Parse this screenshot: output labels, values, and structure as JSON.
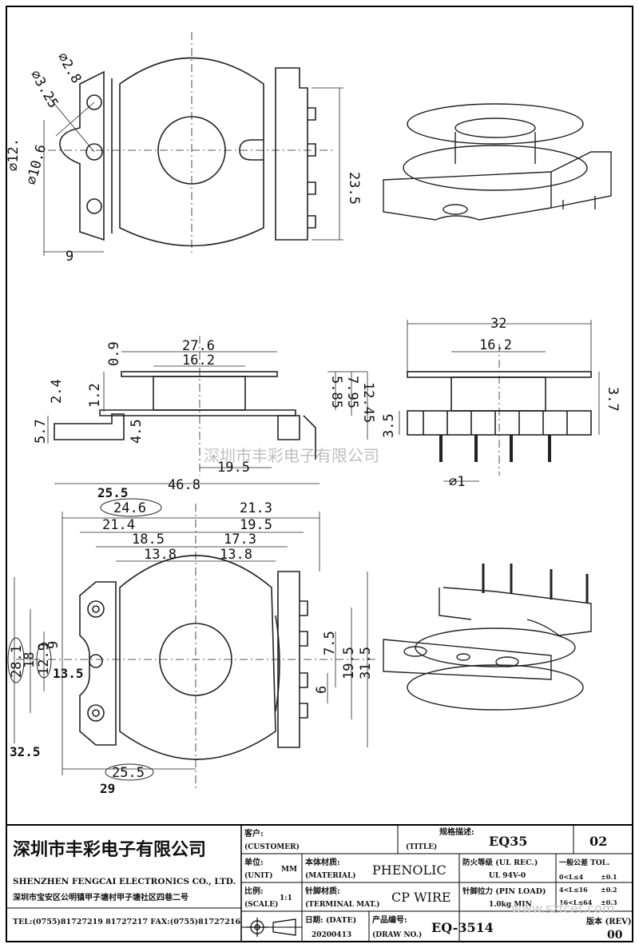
{
  "watermark": "深圳市丰彩电子有限公司",
  "watermark2": "www.szfcet.com",
  "top_view": {
    "d28": "⌀2.8",
    "d325": "⌀3.25",
    "d12": "⌀12.",
    "d106": "⌀10.6",
    "w9": "9",
    "h235": "23.5"
  },
  "front_view": {
    "w276": "27.6",
    "w162": "16.2",
    "h09": "0.9",
    "h12": "1.2",
    "h24": "2.4",
    "h57": "5.7",
    "h45": "4.5",
    "h585": "5.85",
    "h795": "7.95",
    "h1245": "12.45",
    "w195": "19.5",
    "w468": "46.8"
  },
  "side_view": {
    "w32": "32",
    "w162": "16.2",
    "h37": "3.7",
    "h35": "3.5",
    "pin": "⌀1"
  },
  "bottom_view": {
    "n255a": "25.5",
    "n246": "24.6",
    "n213": "21.3",
    "n214": "21.4",
    "n195a": "19.5",
    "n185": "18.5",
    "n173": "17.3",
    "n138a": "13.8",
    "n138b": "13.8",
    "n281": "28.1",
    "n18": "18",
    "n129": "12.9",
    "n135": "13.5",
    "n75": "7.5",
    "n195b": "19.5",
    "n315": "31.5",
    "n6": "6",
    "n325": "32.5",
    "n255b": "25.5",
    "n29": "29"
  },
  "title_block": {
    "company_cn": "深圳市丰彩电子有限公司",
    "company_en": "SHENZHEN FENGCAI ELECTRONICS CO., LTD.",
    "address": "深圳市宝安区公明镇甲子塘村甲子塘社区四巷二号",
    "phone": "TEL:(0755)81727219  81727217   FAX:(0755)81727216",
    "customer_cn": "客户:",
    "customer_en": "(CUSTOMER)",
    "spec_cn": "规格描述:",
    "spec_en": "(TITLE)",
    "spec_value": "EQ35",
    "page": "02",
    "unit_cn": "单位:",
    "unit_en": "(UNIT)",
    "unit_value": "MM",
    "material_cn": "本体材质:",
    "material_en": "(MATERIAL)",
    "material_value": "PHENOLIC",
    "flame_label": "防火等级 (UL REC.)",
    "flame_value": "UL 94V-0",
    "tol_label": "一般公差 TOL.",
    "tol1_range": "0<L≤4",
    "tol1_val": "±0.1",
    "tol2_range": "4<L≤16",
    "tol2_val": "±0.2",
    "tol3_range": "16<L≤64",
    "tol3_val": "±0.3",
    "scale_cn": "比例:",
    "scale_en": "(SCALE)",
    "scale_value": "1:1",
    "terminal_cn": "针脚材质:",
    "terminal_en": "(TERMINAL MAT.)",
    "terminal_value": "CP WIRE",
    "pinload_label": "针脚拉力 (PIN LOAD)",
    "pinload_value": "1.0kg MIN",
    "date_label": "日期: (DATE)",
    "date_value": "20200413",
    "drawno_cn": "产品编号:",
    "drawno_en": "(DRAW NO.)",
    "drawno_value": "EQ-3514",
    "rev_label": "版本 (REV)",
    "rev_value": "00"
  }
}
